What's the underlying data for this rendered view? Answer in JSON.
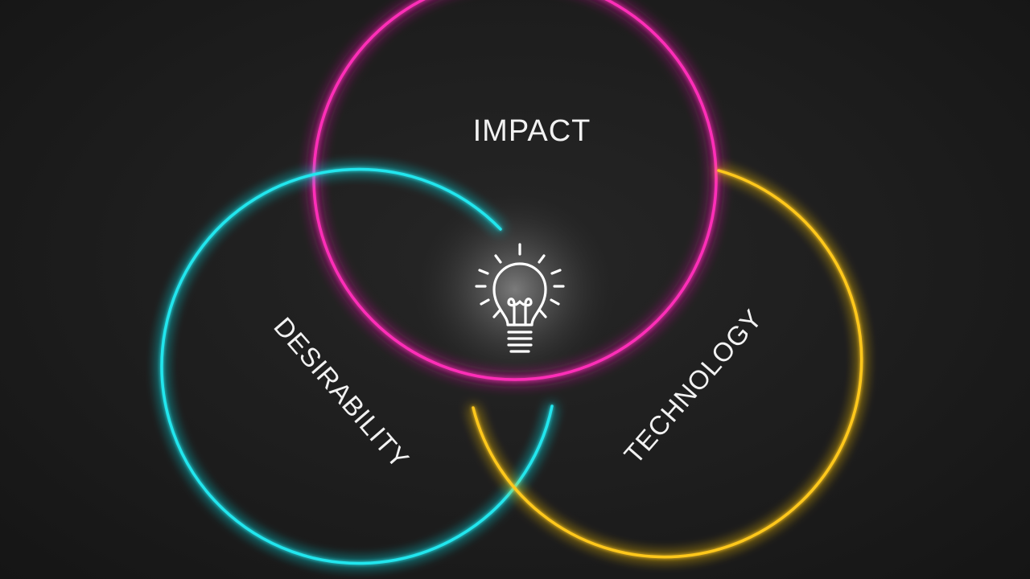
{
  "diagram": {
    "labels": {
      "impact": "IMPACT",
      "desirability": "DESIRABILITY",
      "technology": "TECHNOLOGY"
    },
    "center_icon": "lightbulb-icon"
  },
  "colors": {
    "background": "#1c1c1c",
    "impact": "#ff2fb8",
    "desirability": "#22e6ee",
    "technology": "#ffc81e",
    "icon": "#ffffff"
  }
}
